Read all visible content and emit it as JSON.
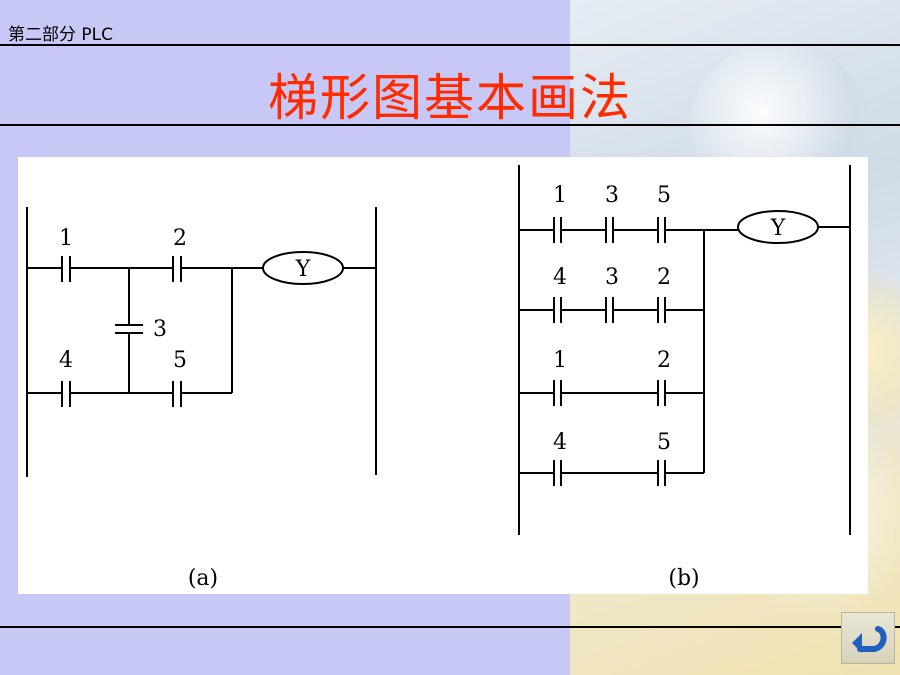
{
  "header": {
    "section_label": "第二部分  PLC"
  },
  "slide": {
    "title": "梯形图基本画法"
  },
  "diagram_a": {
    "caption": "(a)",
    "contact_labels": [
      "1",
      "2",
      "3",
      "4",
      "5"
    ],
    "coil_label": "Y"
  },
  "diagram_b": {
    "caption": "(b)",
    "rows": [
      {
        "labels": [
          "1",
          "3",
          "5"
        ]
      },
      {
        "labels": [
          "4",
          "3",
          "2"
        ]
      },
      {
        "labels": [
          "1",
          "2"
        ]
      },
      {
        "labels": [
          "4",
          "5"
        ]
      }
    ],
    "coil_label": "Y"
  },
  "nav": {
    "icon": "back-arrow-icon"
  },
  "colors": {
    "title": "#ff2a00",
    "left_band": "#c8c8f6"
  }
}
